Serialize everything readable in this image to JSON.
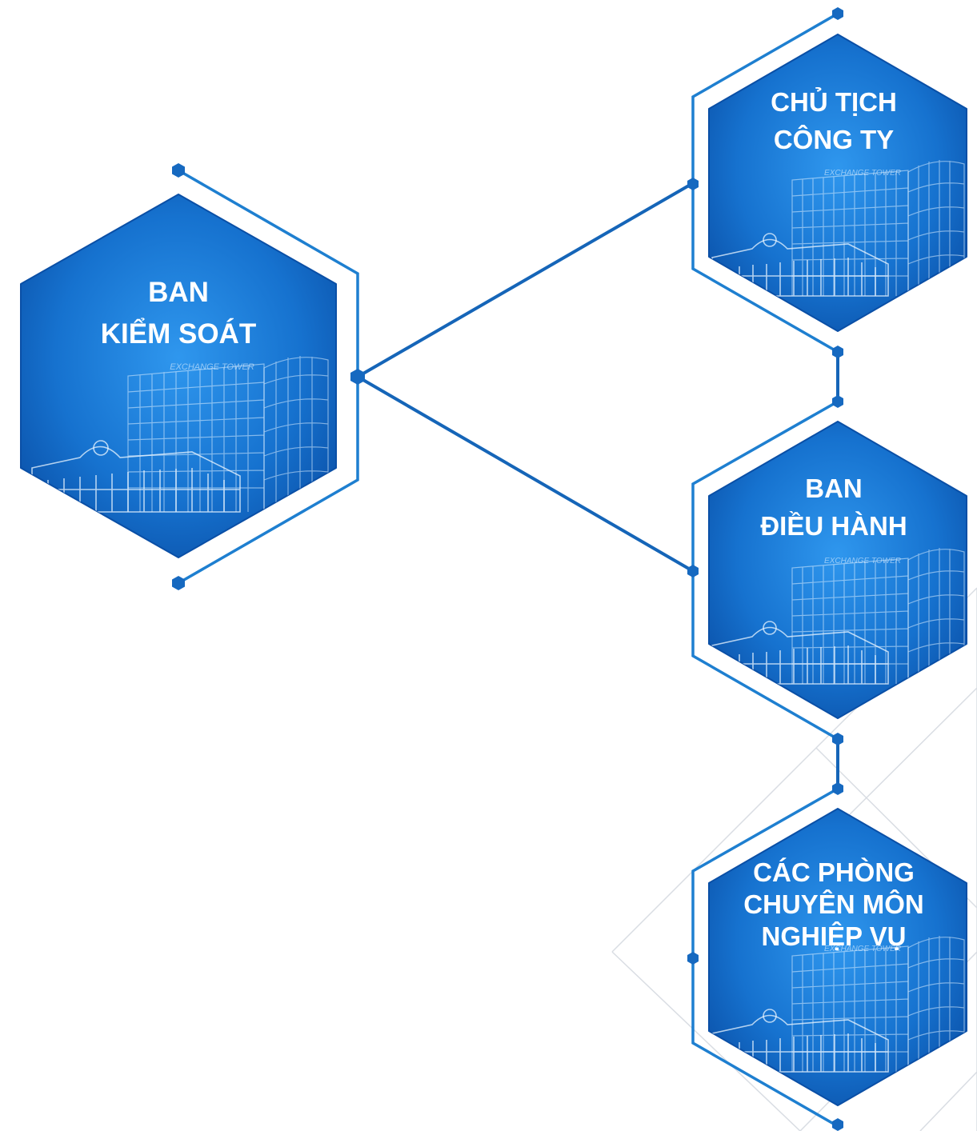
{
  "diagram": {
    "nodes": [
      {
        "id": "ban-kiem-soat",
        "lines": [
          "BAN",
          "KIỂM SOÁT"
        ]
      },
      {
        "id": "chu-tich-cong-ty",
        "lines": [
          "CHỦ TỊCH",
          "CÔNG TY"
        ]
      },
      {
        "id": "ban-dieu-hanh",
        "lines": [
          "BAN",
          "ĐIỀU HÀNH"
        ]
      },
      {
        "id": "cac-phong-chuyen-mon",
        "lines": [
          "CÁC PHÒNG",
          "CHUYÊN MÔN",
          "NGHIỆP VỤ"
        ]
      }
    ],
    "watermark": "EXCHANGE TOWER",
    "colors": {
      "hex_light": "#2a8fe6",
      "hex_dark": "#0a4fa6",
      "connector": "#1565b8",
      "frame": "#1e7fd0",
      "background": "#ffffff"
    }
  }
}
